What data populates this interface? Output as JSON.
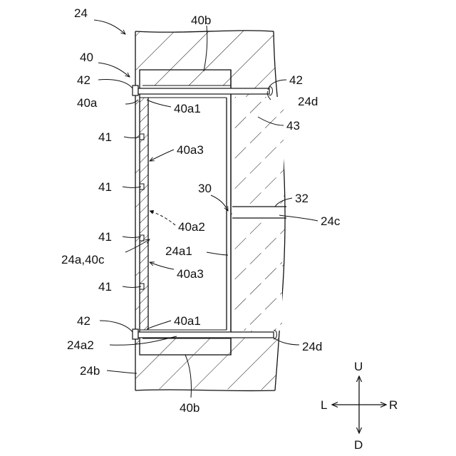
{
  "labels": {
    "l24": "24",
    "l40b_top": "40b",
    "l40": "40",
    "l42_tl": "42",
    "l42_tr": "42",
    "l40a": "40a",
    "l40a1_top": "40a1",
    "l24d_top": "24d",
    "l43": "43",
    "l41_1": "41",
    "l40a3_top": "40a3",
    "l41_2": "41",
    "l30": "30",
    "l32": "32",
    "l40a2": "40a2",
    "l24c": "24c",
    "l41_3": "41",
    "l24a1": "24a1",
    "l24a40c": "24a,40c",
    "l40a3_bot": "40a3",
    "l41_4": "41",
    "l42_bl": "42",
    "l40a1_bot": "40a1",
    "l24a2": "24a2",
    "l24d_bot": "24d",
    "l24b": "24b",
    "l40b_bot": "40b"
  },
  "compass": {
    "up": "U",
    "down": "D",
    "left": "L",
    "right": "R"
  }
}
